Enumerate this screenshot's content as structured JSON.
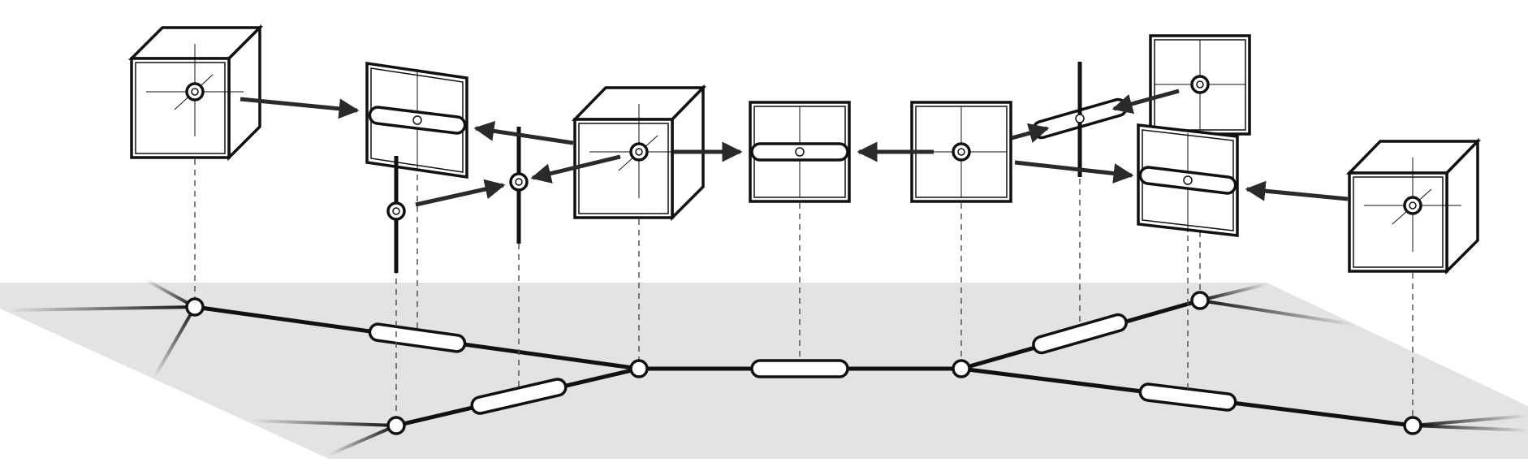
{
  "diagram": {
    "type": "schematic",
    "colors": {
      "ground": "#e3e3e3",
      "ink": "#111111",
      "arrow": "#2a2a2a",
      "node_fill": "#ffffff",
      "guide": "#555555"
    },
    "layers": [
      "component-row",
      "network-ground-plane"
    ],
    "components": [
      {
        "id": "c1",
        "kind": "cube",
        "node": "n1"
      },
      {
        "id": "c2",
        "kind": "panel-with-bar",
        "node": "e1"
      },
      {
        "id": "c3",
        "kind": "vertical-bar",
        "node": "n2"
      },
      {
        "id": "c4",
        "kind": "vertical-bar",
        "node": "e2"
      },
      {
        "id": "c5",
        "kind": "cube",
        "node": "n3"
      },
      {
        "id": "c6",
        "kind": "panel-with-bar",
        "node": "e3"
      },
      {
        "id": "c7",
        "kind": "panel",
        "node": "n4"
      },
      {
        "id": "c8",
        "kind": "crossed-bar",
        "node": "e4"
      },
      {
        "id": "c9",
        "kind": "panel",
        "node": "n5"
      },
      {
        "id": "c10",
        "kind": "panel-with-bar",
        "node": "e5"
      },
      {
        "id": "c11",
        "kind": "cube",
        "node": "n6"
      }
    ],
    "arrows": [
      {
        "from": "c1",
        "to": "c2"
      },
      {
        "from": "c5",
        "to": "c2"
      },
      {
        "from": "c3",
        "to": "c4"
      },
      {
        "from": "c5",
        "to": "c4"
      },
      {
        "from": "c5",
        "to": "c6"
      },
      {
        "from": "c7",
        "to": "c6"
      },
      {
        "from": "c7",
        "to": "c8"
      },
      {
        "from": "c9",
        "to": "c8"
      },
      {
        "from": "c7",
        "to": "c10"
      },
      {
        "from": "c11",
        "to": "c10"
      }
    ],
    "network": {
      "nodes": [
        "n1",
        "n2",
        "n3",
        "n4",
        "n5",
        "n6"
      ],
      "edges": [
        {
          "id": "e1",
          "from": "n1",
          "to": "n3"
        },
        {
          "id": "e2",
          "from": "n2",
          "to": "n3"
        },
        {
          "id": "e3",
          "from": "n3",
          "to": "n4"
        },
        {
          "id": "e4",
          "from": "n4",
          "to": "n5"
        },
        {
          "id": "e5",
          "from": "n4",
          "to": "n6"
        }
      ]
    }
  }
}
